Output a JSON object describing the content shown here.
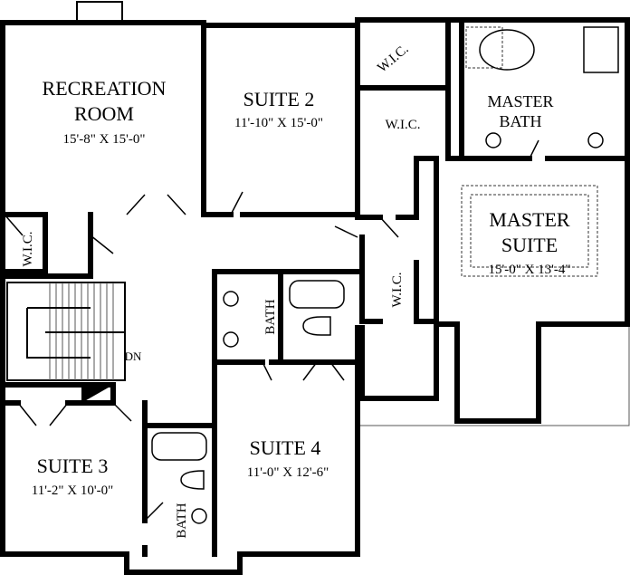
{
  "rooms": {
    "recreation": {
      "name_line1": "RECREATION",
      "name_line2": "ROOM",
      "size": "15'-8\" X 15'-0\""
    },
    "suite2": {
      "name": "SUITE 2",
      "size": "11'-10\" X 15'-0\""
    },
    "wic_top": "W.I.C.",
    "wic_mid": "W.I.C.",
    "master_bath": {
      "line1": "MASTER",
      "line2": "BATH"
    },
    "master_suite": {
      "line1": "MASTER",
      "line2": "SUITE",
      "size": "15'-0\" X 13'-4\""
    },
    "wic_left": "W.I.C.",
    "wic_master": "W.I.C.",
    "bath_mid": "BATH",
    "stairs": "DN",
    "suite3": {
      "name": "SUITE 3",
      "size": "11'-2\" X 10'-0\""
    },
    "suite4": {
      "name": "SUITE 4",
      "size": "11'-0\" X 12'-6\""
    },
    "bath_bottom": "BATH"
  }
}
